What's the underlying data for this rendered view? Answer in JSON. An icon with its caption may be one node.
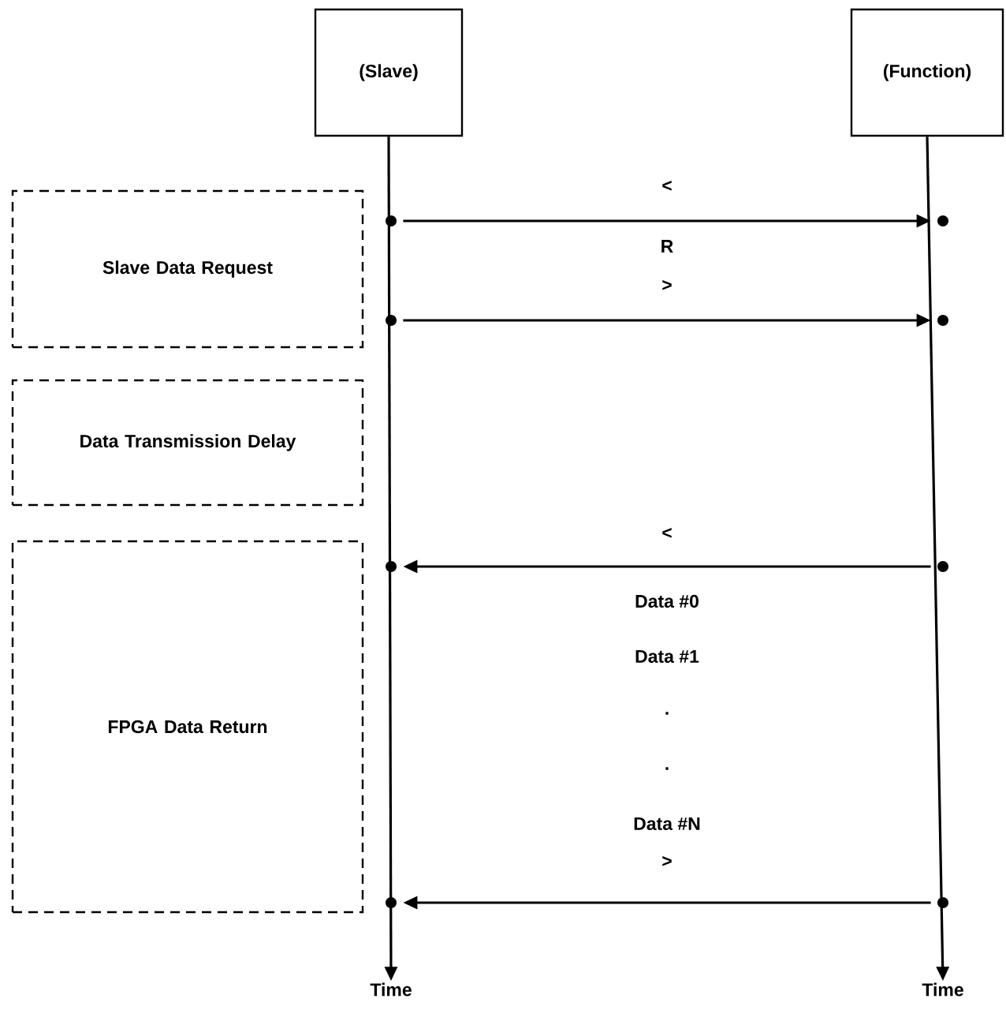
{
  "diagram": {
    "nodes": [
      {
        "text": [
          "(Slave)"
        ]
      },
      {
        "text": [
          "(Function)"
        ]
      },
      {
        "text": [
          "Slave Data Request"
        ]
      },
      {
        "text": [
          "Data Transmission Delay"
        ]
      },
      {
        "text": [
          "FPGA Data Return"
        ]
      },
      {
        "text": [
          "Time"
        ]
      },
      {
        "text": [
          "Time"
        ]
      },
      {
        "text": [],
        "shape": "circle"
      },
      {
        "text": [],
        "shape": "circle"
      },
      {
        "text": [],
        "shape": "circle"
      },
      {
        "text": [],
        "shape": "circle"
      },
      {
        "text": [],
        "shape": "circle"
      },
      {
        "text": [],
        "shape": "circle"
      },
      {
        "text": [],
        "shape": "circle"
      },
      {
        "text": [],
        "shape": "circle"
      }
    ],
    "edges": [
      {
        "from": 0,
        "to": 5,
        "arrow": "to"
      },
      {
        "from": 1,
        "to": 6,
        "arrow": "to"
      },
      {
        "from": 7,
        "to": 8,
        "arrow": "to"
      },
      {
        "from": 9,
        "to": 10,
        "arrow": "to"
      },
      {
        "from": 12,
        "to": 11,
        "arrow": "to"
      },
      {
        "from": 14,
        "to": 13,
        "arrow": "to"
      }
    ],
    "labels": [
      "<",
      "R",
      ">",
      "<",
      "Data #0",
      "Data #1",
      ".",
      ".",
      "Data #N",
      ">"
    ]
  }
}
